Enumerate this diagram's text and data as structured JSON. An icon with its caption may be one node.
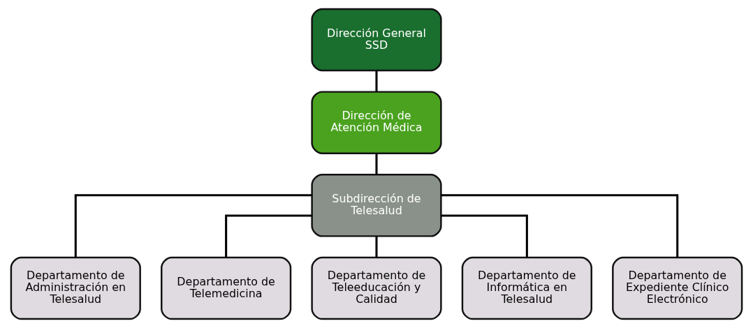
{
  "diagram": {
    "nodes": [
      {
        "text": [
          "Dirección General SSD"
        ]
      },
      {
        "text": [
          "Dirección de Atención Médica"
        ]
      },
      {
        "text": [
          "Subdirección de Telesalud"
        ]
      },
      {
        "text": [
          "Departamento de Administración en Telesalud"
        ]
      },
      {
        "text": [
          "Departamento de Telemedicina"
        ]
      },
      {
        "text": [
          "Departamento de Teleeducación y Calidad"
        ]
      },
      {
        "text": [
          "Departamento de Informática en Telesalud"
        ]
      },
      {
        "text": [
          "Departamento de Expediente Clínico Electrónico"
        ]
      }
    ],
    "edges": [
      {
        "from": 0,
        "to": 1,
        "arrow": "none"
      },
      {
        "from": 1,
        "to": 2,
        "arrow": "none"
      },
      {
        "from": 2,
        "to": 3,
        "arrow": "none"
      },
      {
        "from": 2,
        "to": 4,
        "arrow": "none"
      },
      {
        "from": 2,
        "to": 5,
        "arrow": "none"
      },
      {
        "from": 2,
        "to": 6,
        "arrow": "none"
      },
      {
        "from": 2,
        "to": 7,
        "arrow": "none"
      }
    ]
  }
}
